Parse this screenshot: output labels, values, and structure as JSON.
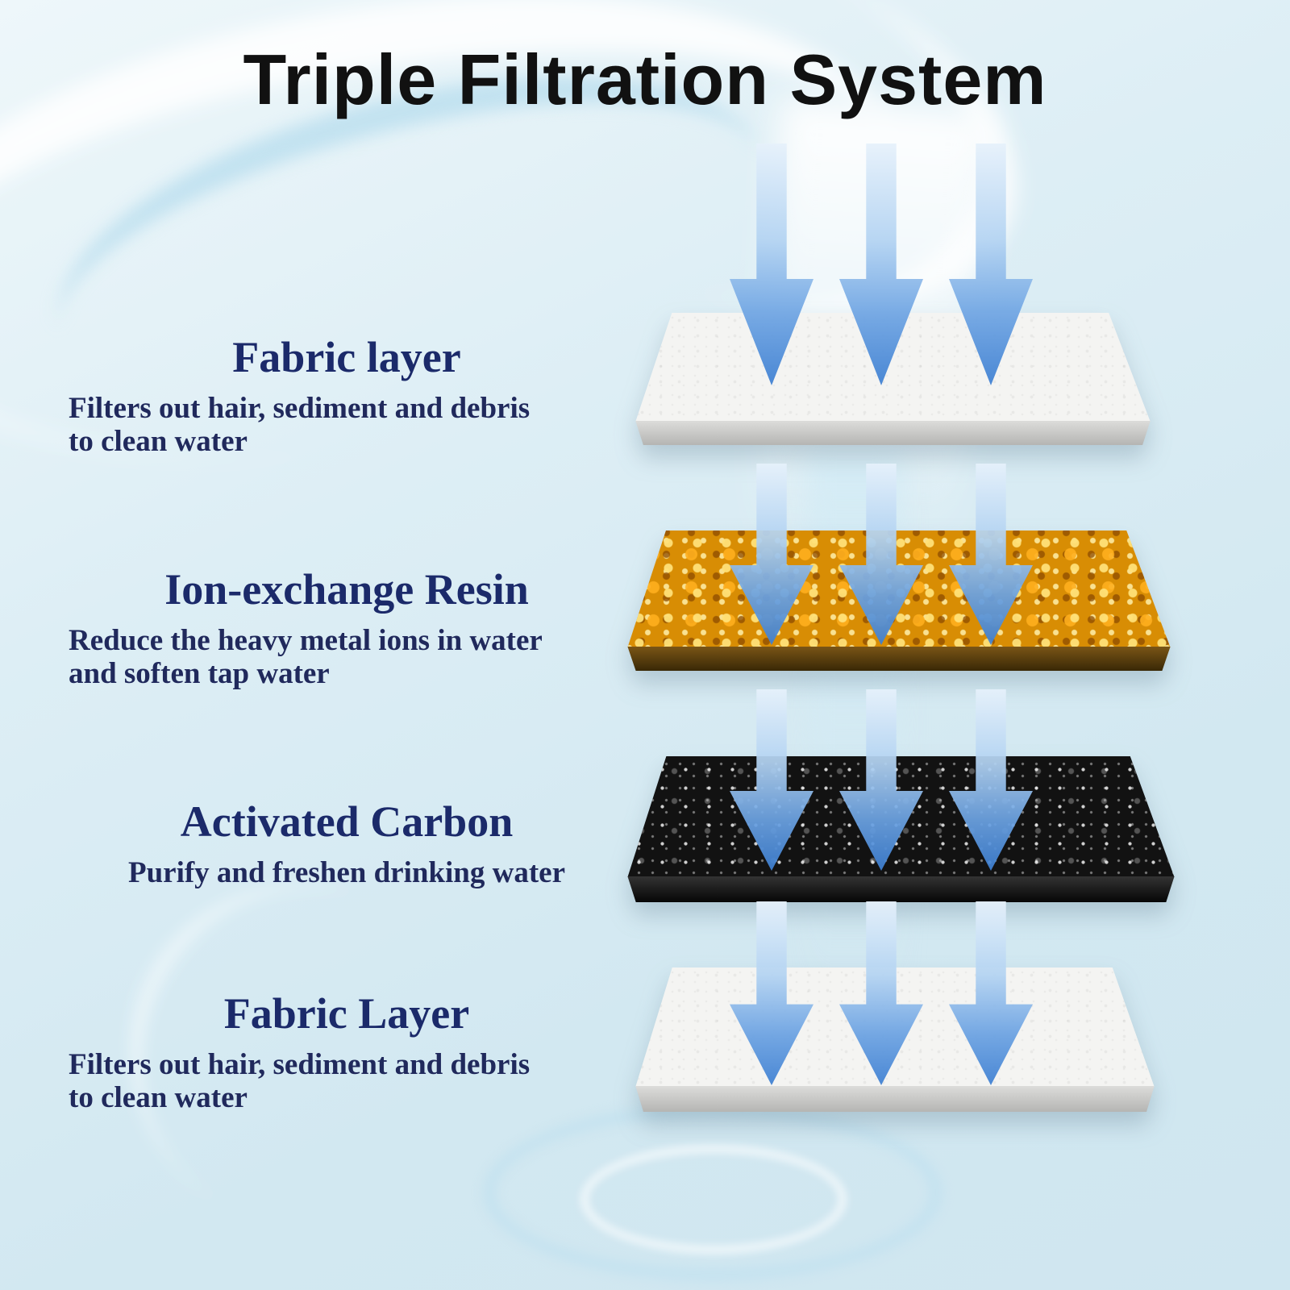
{
  "title": "Triple Filtration System",
  "colors": {
    "background": "#ddeef5",
    "title_text": "#111111",
    "heading_text": "#1b2a6a",
    "body_text": "#20295c",
    "arrow_blue": "#3d7fd2",
    "resin_orange": "#d88d04",
    "carbon_black": "#121212",
    "fabric_white": "#f4f4f2",
    "fabric_edge_gray": "#b5b5b3"
  },
  "sections": [
    {
      "heading": "Fabric layer",
      "description": "Filters out hair, sediment and debris\nto clean water",
      "layer_type": "fabric"
    },
    {
      "heading": "Ion-exchange Resin",
      "description": "Reduce the heavy metal ions in water\nand soften tap water",
      "layer_type": "ion-exchange-resin"
    },
    {
      "heading": "Activated Carbon",
      "description": "Purify and freshen drinking water",
      "layer_type": "activated-carbon"
    },
    {
      "heading": "Fabric Layer",
      "description": "Filters out hair, sediment and debris\nto clean water",
      "layer_type": "fabric"
    }
  ]
}
